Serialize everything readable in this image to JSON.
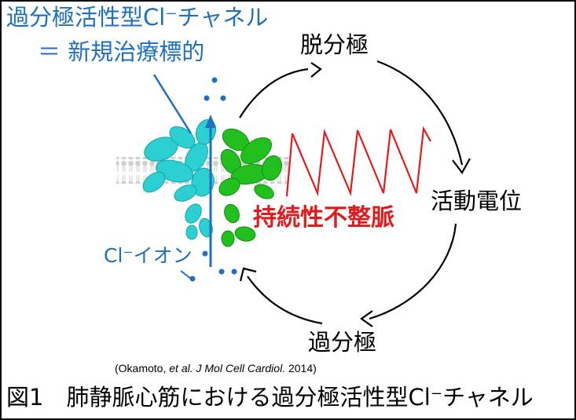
{
  "colors": {
    "blue_label": "#1f6fbf",
    "red_label": "#e01b1b",
    "protein_cyan": "#2ccfd2",
    "protein_green": "#22c01f",
    "membrane_gray": "#c9c9c9",
    "cycle_black": "#000000"
  },
  "headline": {
    "line1": "過分極活性型Cl⁻チャネル",
    "line2": "＝ 新規治療標的"
  },
  "cycle": {
    "top": "脱分極",
    "right": "活動電位",
    "bottom": "過分極"
  },
  "arrhythmia_label": "持続性不整脈",
  "ion_label": "Cl⁻イオン",
  "citation": {
    "prefix": "(Okamoto, ",
    "etal": "et al. J Mol Cell Cardiol.",
    "suffix": " 2014)"
  },
  "caption": "図1　肺静脈心筋における過分極活性型Cl⁻チャネル"
}
